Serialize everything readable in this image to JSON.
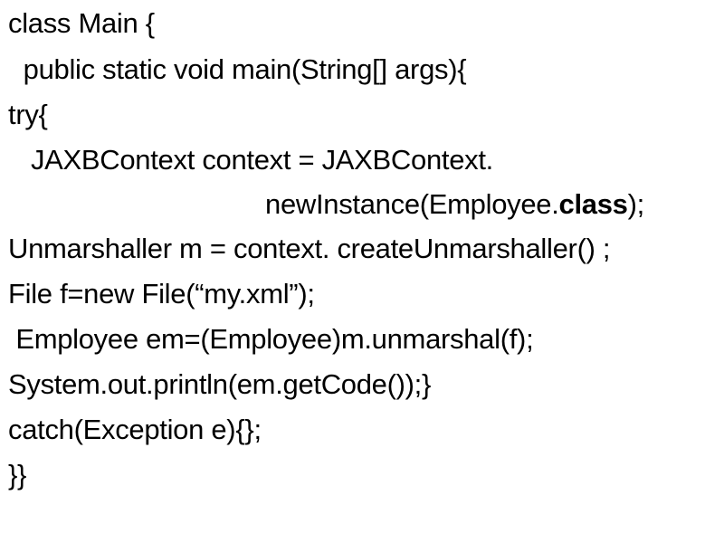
{
  "code": {
    "lines": [
      {
        "text": "class Main {"
      },
      {
        "text": "  public static void main(String[] args){"
      },
      {
        "text": "try{"
      },
      {
        "text": "   JAXBContext context = JAXBContext."
      },
      {
        "before": "newInstance(Employee.",
        "bold": "class",
        "after": ");"
      },
      {
        "text": "Unmarshaller m = context. createUnmarshaller() ;"
      },
      {
        "text": "File f=new File(“my.xml”);"
      },
      {
        "text": " Employee em=(Employee)m.unmarshal(f);"
      },
      {
        "text": "System.out.println(em.getCode());}"
      },
      {
        "text": "catch(Exception e){};"
      },
      {
        "text": "}}"
      }
    ]
  }
}
